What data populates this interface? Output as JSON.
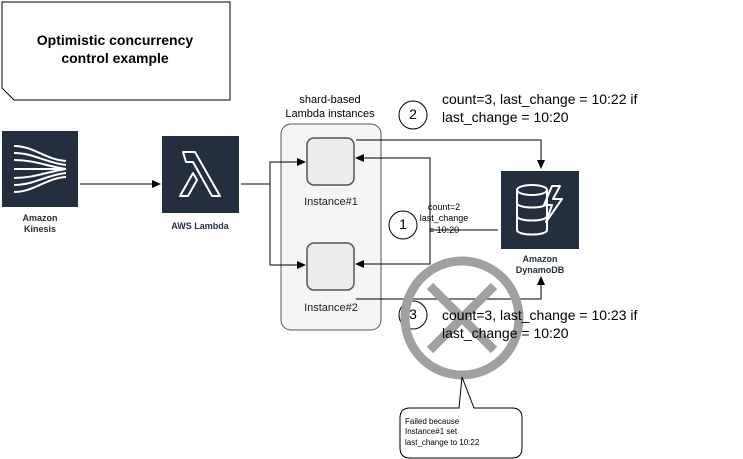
{
  "title_lines": [
    "Optimistic concurrency",
    "control example"
  ],
  "services": {
    "kinesis": [
      "Amazon",
      "Kinesis"
    ],
    "lambda": "AWS Lambda",
    "dynamodb": [
      "Amazon",
      "DynamoDB"
    ]
  },
  "group_label": [
    "shard-based",
    "Lambda instances"
  ],
  "instances": [
    "Instance#1",
    "Instance#2"
  ],
  "steps": {
    "step1": {
      "number": "1",
      "text": [
        "count=2",
        "last_change",
        "= 10:20"
      ]
    },
    "step2": {
      "number": "2",
      "text": [
        "count=3, last_change = 10:22 if",
        "last_change = 10:20"
      ]
    },
    "step3": {
      "number": "3",
      "text": [
        "count=3, last_change = 10:23 if",
        "last_change = 10:20"
      ]
    }
  },
  "failure_note": [
    "Failed because",
    "Instance#1 set",
    "last_change to 10:22"
  ],
  "colors": {
    "service_bg": "#232f3e",
    "group_fill": "#f5f5f5",
    "instance_fill": "#ececec",
    "fail_mark": "#a0a0a0"
  },
  "icons": {
    "kinesis": "kinesis-stream-icon",
    "lambda": "lambda-icon",
    "dynamodb": "dynamodb-icon",
    "failure": "x-mark-icon"
  }
}
